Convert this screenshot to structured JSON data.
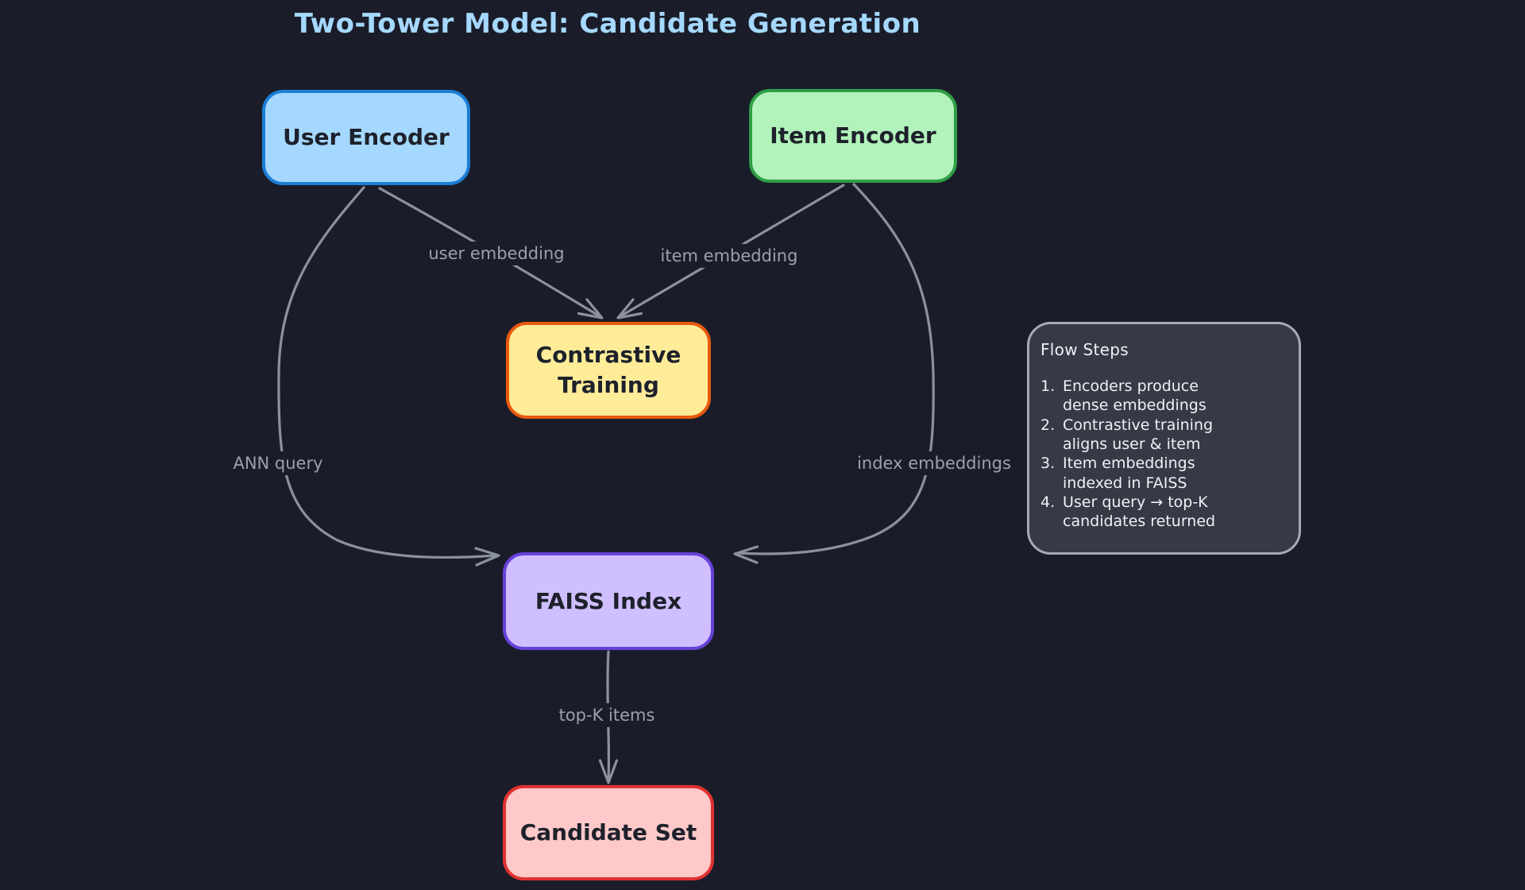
{
  "title": "Two-Tower Model: Candidate Generation",
  "nodes": {
    "user_encoder": {
      "label": "User Encoder",
      "fill": "#a5d8ff",
      "border": "#1c7ed6"
    },
    "item_encoder": {
      "label": "Item Encoder",
      "fill": "#b2f2bb",
      "border": "#2f9e44"
    },
    "contrastive": {
      "label": "Contrastive\nTraining",
      "fill": "#ffec99",
      "border": "#e8590c"
    },
    "faiss": {
      "label": "FAISS Index",
      "fill": "#d0bfff",
      "border": "#6741d9"
    },
    "candidate": {
      "label": "Candidate Set",
      "fill": "#ffc9c9",
      "border": "#e03131"
    }
  },
  "edges": {
    "user_embedding": {
      "label": "user embedding"
    },
    "item_embedding": {
      "label": "item embedding"
    },
    "ann_query": {
      "label": "ANN query"
    },
    "index_embeddings": {
      "label": "index embeddings"
    },
    "top_k": {
      "label": "top-K items"
    }
  },
  "panel": {
    "title": "Flow Steps",
    "steps": [
      {
        "num": "1.",
        "text": "Encoders produce\ndense embeddings"
      },
      {
        "num": "2.",
        "text": "Contrastive training\naligns user & item"
      },
      {
        "num": "3.",
        "text": "Item embeddings\nindexed in FAISS"
      },
      {
        "num": "4.",
        "text": "User query → top-K\ncandidates returned"
      }
    ]
  },
  "colors": {
    "background": "#1a1d29",
    "arrow": "#8b929d",
    "edge_label": "#9aa1ac",
    "title": "#a5d8ff",
    "node_text": "#1d212b",
    "panel_bg": "#363a46",
    "panel_border": "#a3abb5",
    "panel_text": "#eef1f5"
  }
}
